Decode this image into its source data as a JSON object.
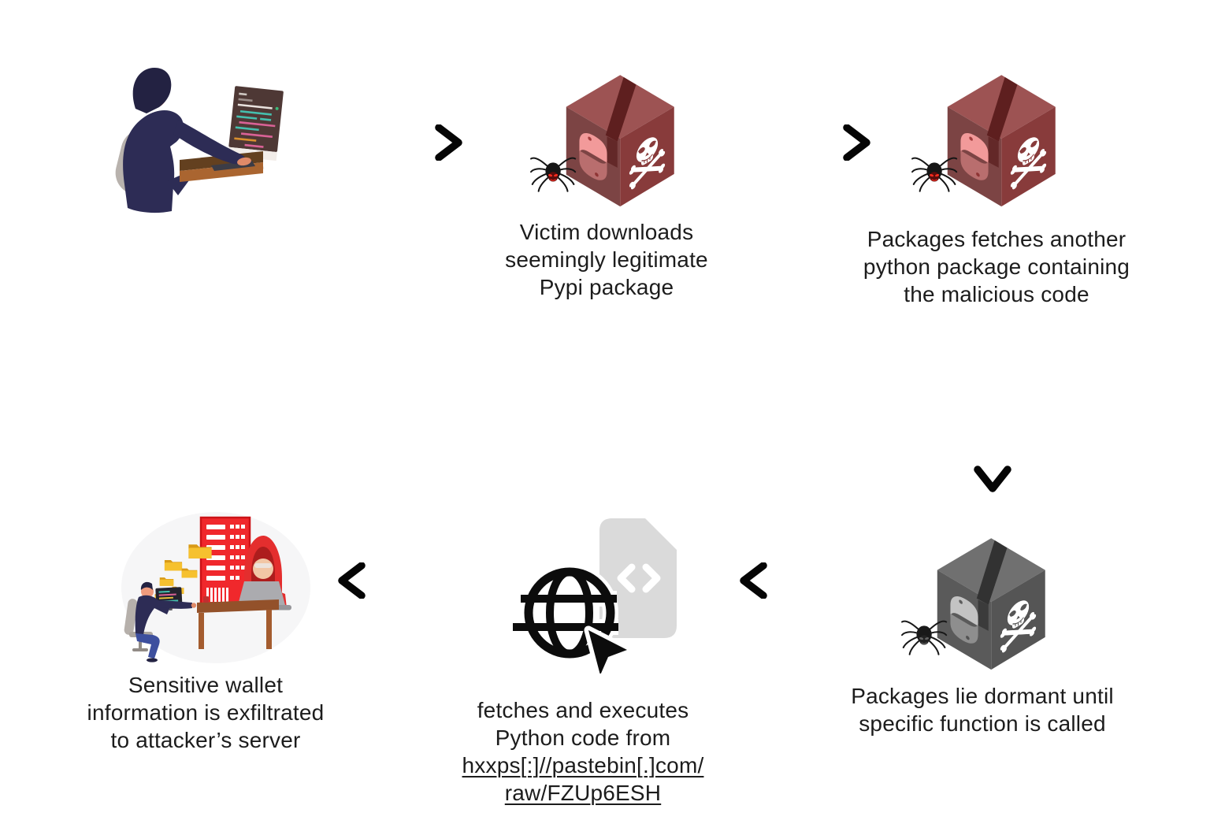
{
  "diagram": {
    "type": "attack-flow",
    "background": "#ffffff",
    "text_color": "#1c1c1c"
  },
  "steps": [
    {
      "id": "victim",
      "illustration": "developer-coding-at-desk",
      "caption": null
    },
    {
      "id": "download",
      "icon": "malicious-pypi-package-skull-spider",
      "caption": "Victim downloads\nseemingly legitimate\nPypi package"
    },
    {
      "id": "fetch_second",
      "icon": "malicious-pypi-package-skull-spider",
      "caption": "Packages fetches another\npython package containing\nthe malicious code"
    },
    {
      "id": "dormant",
      "icon": "dormant-gray-pypi-package-skull-spider",
      "caption": "Packages lie dormant until\nspecific function is called"
    },
    {
      "id": "remote_fetch",
      "icon": "globe-cursor-code-file",
      "caption": "fetches and executes\nPython code from",
      "url": "hxxps[:]//pastebin[.]com/\nraw/FZUp6ESH"
    },
    {
      "id": "exfiltration",
      "illustration": "hacker-exfiltrating-wallet-data-to-server",
      "caption": "Sensitive wallet\ninformation is exfiltrated\nto attacker’s server"
    }
  ],
  "flow": [
    {
      "from": "victim",
      "to": "download",
      "direction": "right"
    },
    {
      "from": "download",
      "to": "fetch_second",
      "direction": "right"
    },
    {
      "from": "fetch_second",
      "to": "dormant",
      "direction": "down"
    },
    {
      "from": "dormant",
      "to": "remote_fetch",
      "direction": "left"
    },
    {
      "from": "remote_fetch",
      "to": "exfiltration",
      "direction": "left"
    }
  ],
  "colors": {
    "package_top": "#9d5353",
    "package_left": "#7c4444",
    "package_right": "#883b3b",
    "package_tape": "#5e1f1f",
    "python_logo_light": "#f29a9a",
    "python_logo_dark": "#b96e6e",
    "skull": "#ffffff",
    "spider_body": "#161616",
    "spider_face_red": "#ff2d1f",
    "arrow": "#000000",
    "code_file_gray": "#dadada",
    "globe_black": "#0c0c0c",
    "folder_yellow": "#f6c12f",
    "server_red": "#f0282c",
    "hoodie_red": "#e42e2e",
    "laptop_gray": "#ababaf",
    "text": "#1c1c1c"
  }
}
